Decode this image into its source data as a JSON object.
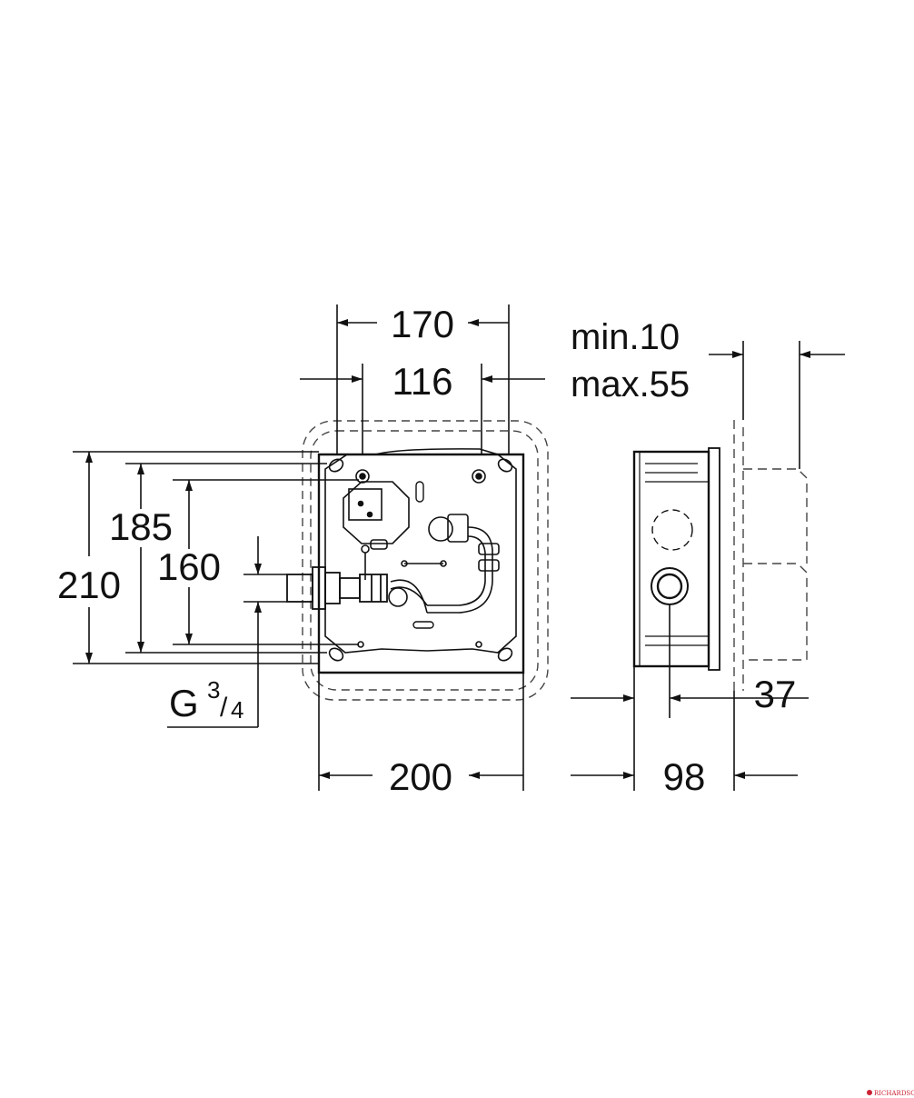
{
  "dimensions": {
    "top_width_outer": "170",
    "top_width_inner": "116",
    "height_outer": "210",
    "height_mid": "185",
    "height_inner": "160",
    "bottom_width": "200",
    "thread": {
      "letter": "G",
      "numerator": "3",
      "denominator": "4"
    },
    "side_depth": "98",
    "side_extra": "37",
    "side_min": "min.10",
    "side_max": "max.55"
  },
  "watermark": "RICHARDSON",
  "colors": {
    "line": "#111111",
    "dashed": "#444444",
    "watermark": "#cc2233"
  }
}
